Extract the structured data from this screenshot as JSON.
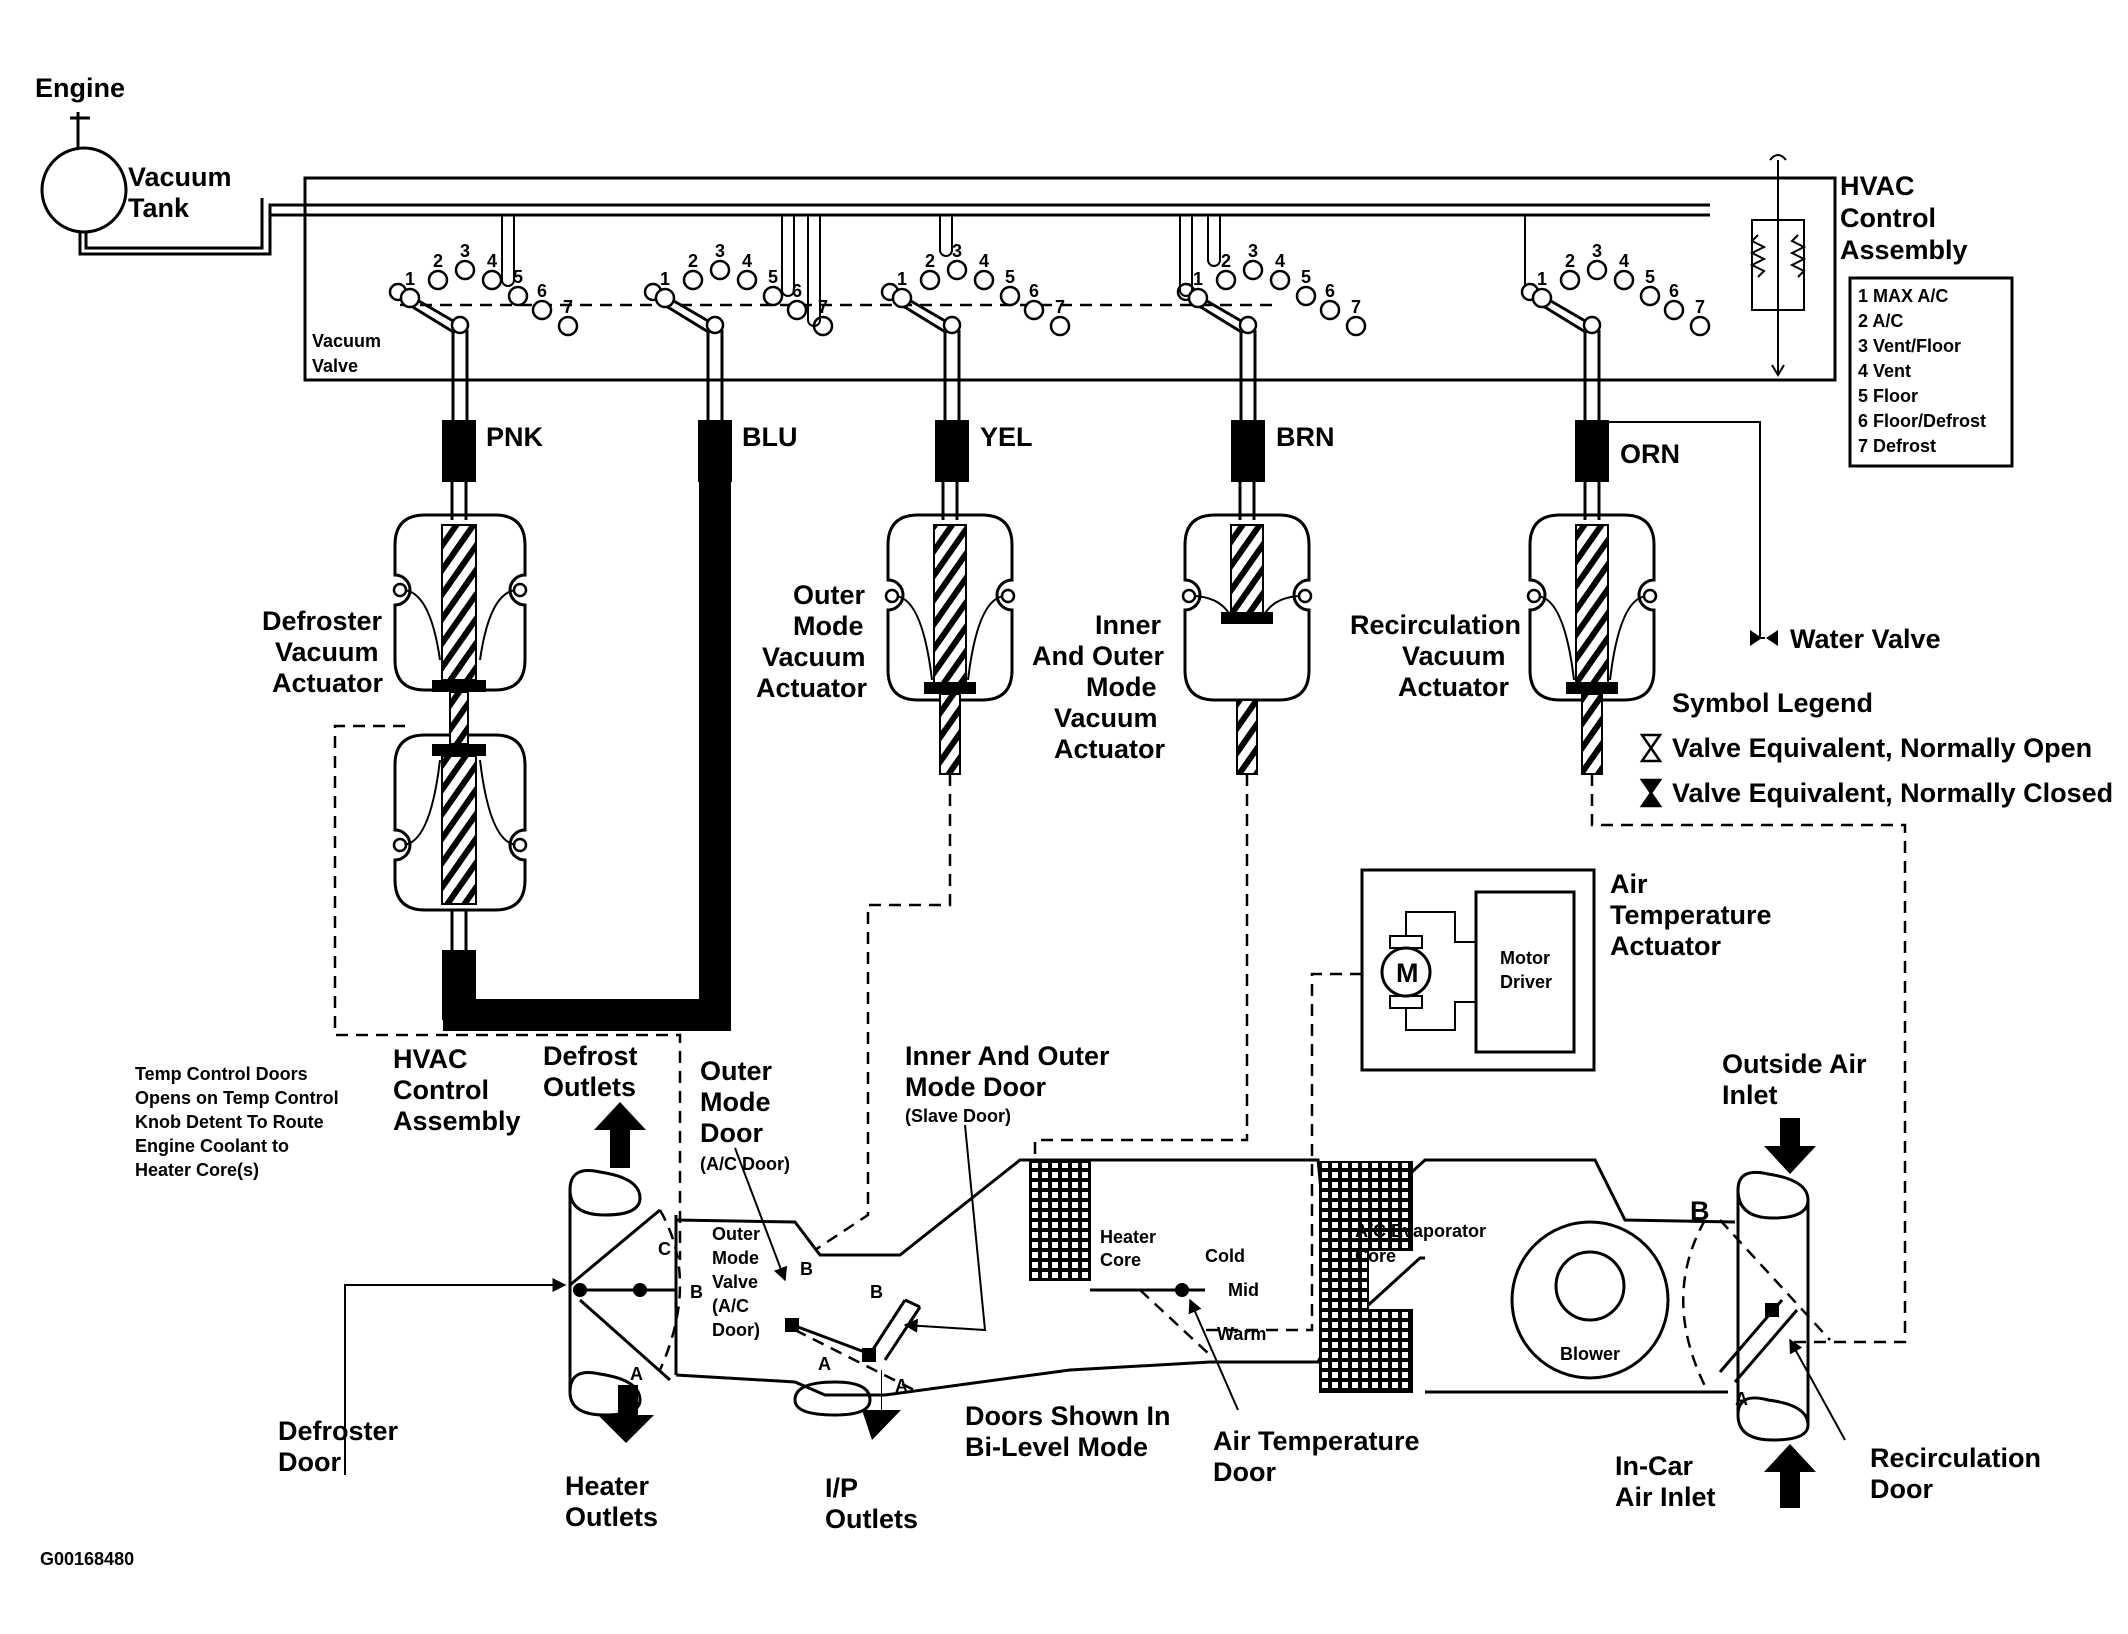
{
  "labels": {
    "engine": "Engine",
    "vacuum_tank": [
      "Vacuum",
      "Tank"
    ],
    "vacuum_valve": [
      "Vacuum",
      "Valve"
    ],
    "hvac_control_assembly_top": [
      "HVAC",
      "Control",
      "Assembly"
    ],
    "hvac_control_assembly_bottom": [
      "HVAC",
      "Control",
      "Assembly"
    ],
    "water_valve": "Water Valve",
    "defroster_actuator": [
      "Defroster",
      "Vacuum",
      "Actuator"
    ],
    "outer_mode_actuator": [
      "Outer",
      "Mode",
      "Vacuum",
      "Actuator"
    ],
    "inner_outer_actuator": [
      "Inner",
      "And Outer",
      "Mode",
      "Vacuum",
      "Actuator"
    ],
    "recirc_actuator": [
      "Recirculation",
      "Vacuum",
      "Actuator"
    ],
    "air_temp_actuator": [
      "Air",
      "Temperature",
      "Actuator"
    ],
    "motor": "M",
    "motor_driver": [
      "Motor",
      "Driver"
    ],
    "temp_control_note": [
      "Temp Control Doors",
      "Opens on Temp Control",
      "Knob Detent To Route",
      "Engine Coolant to",
      "Heater Core(s)"
    ],
    "defrost_outlets": [
      "Defrost",
      "Outlets"
    ],
    "outer_mode_door": [
      "Outer",
      "Mode",
      "Door",
      "(A/C Door)"
    ],
    "inner_outer_mode_door": [
      "Inner And Outer",
      "Mode Door",
      "(Slave Door)"
    ],
    "outside_air_inlet": [
      "Outside Air",
      "Inlet"
    ],
    "outer_mode_valve": [
      "Outer",
      "Mode",
      "Valve",
      "(A/C",
      "Door)"
    ],
    "heater_core": [
      "Heater",
      "Core"
    ],
    "cold": "Cold",
    "mid": "Mid",
    "warm": "Warm",
    "ac_evaporator_core": [
      "A/C Evaporator",
      "Core"
    ],
    "blower": "Blower",
    "defroster_door": [
      "Defroster",
      "Door"
    ],
    "heater_outlets": [
      "Heater",
      "Outlets"
    ],
    "ip_outlets": [
      "I/P",
      "Outlets"
    ],
    "doors_shown": [
      "Doors Shown In",
      "Bi-Level Mode"
    ],
    "air_temperature_door": [
      "Air Temperature",
      "Door"
    ],
    "in_car_air_inlet": [
      "In-Car",
      "Air Inlet"
    ],
    "recirculation_door": [
      "Recirculation",
      "Door"
    ],
    "figure_id": "G00168480",
    "door_letters": {
      "a": "A",
      "b": "B",
      "c": "C"
    }
  },
  "hoses": [
    {
      "label": "PNK"
    },
    {
      "label": "BLU"
    },
    {
      "label": "YEL"
    },
    {
      "label": "BRN"
    },
    {
      "label": "ORN"
    }
  ],
  "mode_legend": [
    "1 MAX A/C",
    "2 A/C",
    "3 Vent/Floor",
    "4 Vent",
    "5 Floor",
    "6 Floor/Defrost",
    "7 Defrost"
  ],
  "symbol_legend": {
    "title": "Symbol Legend",
    "normally_open": "Valve Equivalent, Normally Open",
    "normally_closed": "Valve Equivalent, Normally Closed"
  },
  "valve_port_numbers": [
    [
      "1",
      "2",
      "3",
      "4",
      "5",
      "6",
      "7"
    ],
    [
      "1",
      "2",
      "3",
      "4",
      "5",
      "6",
      "7"
    ],
    [
      "1",
      "2",
      "3",
      "4",
      "5",
      "6",
      "7"
    ],
    [
      "1",
      "2",
      "3",
      "4",
      "5",
      "6",
      "7"
    ],
    [
      "1",
      "2",
      "3",
      "4",
      "5",
      "6",
      "7"
    ]
  ]
}
